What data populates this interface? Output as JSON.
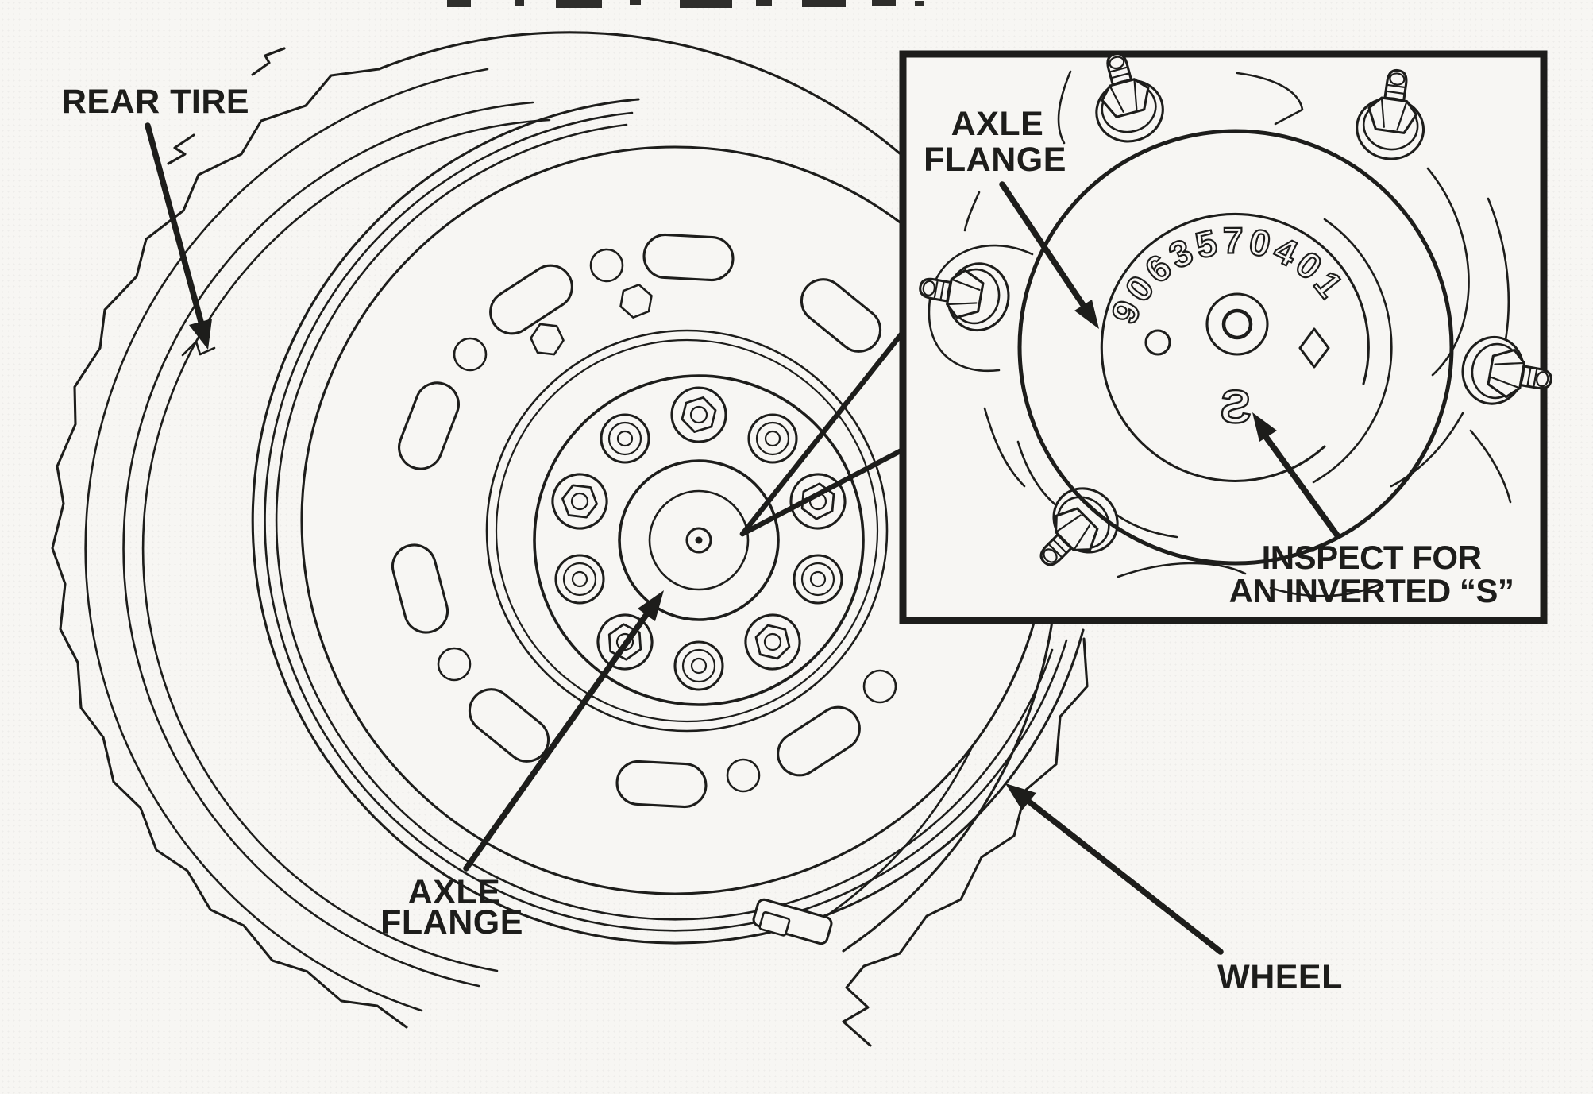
{
  "diagram": {
    "paper_color": "#f7f6f3",
    "ink_color": "#1d1d1b",
    "main_labels": {
      "rear_tire": "REAR TIRE",
      "axle_flange_line1": "AXLE",
      "axle_flange_line2": "FLANGE",
      "wheel": "WHEEL"
    },
    "inset": {
      "axle_flange_line1": "AXLE",
      "axle_flange_line2": "FLANGE",
      "part_number": "9063570401",
      "stamp_letter": "S",
      "inspect_line1": "INSPECT FOR",
      "inspect_line2": "AN INVERTED “S”"
    }
  }
}
